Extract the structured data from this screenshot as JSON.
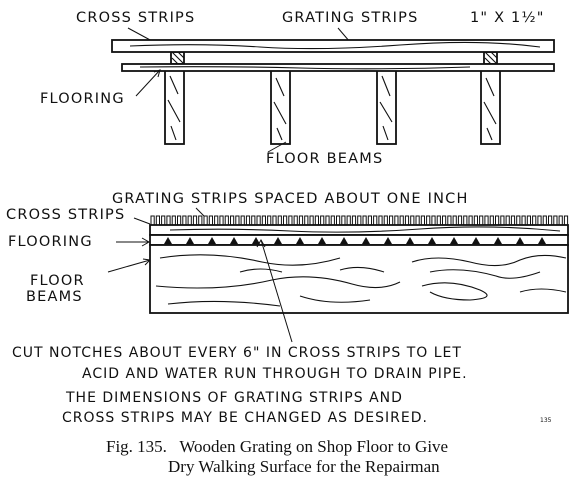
{
  "top_view": {
    "cross_strips_label": "CROSS STRIPS",
    "grating_strips_label": "GRATING STRIPS",
    "grating_size": "1\" X 1½\"",
    "flooring_label": "FLOORING",
    "floor_beams_label": "FLOOR BEAMS"
  },
  "section_view": {
    "grating_spacing_label": "GRATING STRIPS SPACED ABOUT ONE INCH",
    "cross_strips_label": "CROSS STRIPS",
    "flooring_label": "FLOORING",
    "floor_label": "FLOOR",
    "beams_label": "BEAMS"
  },
  "notes": {
    "notch_line1": "CUT NOTCHES ABOUT EVERY 6\" IN CROSS STRIPS TO LET",
    "notch_line2": "ACID AND WATER RUN THROUGH TO DRAIN PIPE.",
    "dim_line1": "THE DIMENSIONS OF GRATING STRIPS AND",
    "dim_line2": "CROSS STRIPS MAY BE CHANGED AS DESIRED.",
    "plate_number": "135"
  },
  "caption": {
    "line1": "Fig. 135.   Wooden Grating on Shop Floor to Give",
    "line2": "Dry Walking Surface for the Repairman"
  }
}
